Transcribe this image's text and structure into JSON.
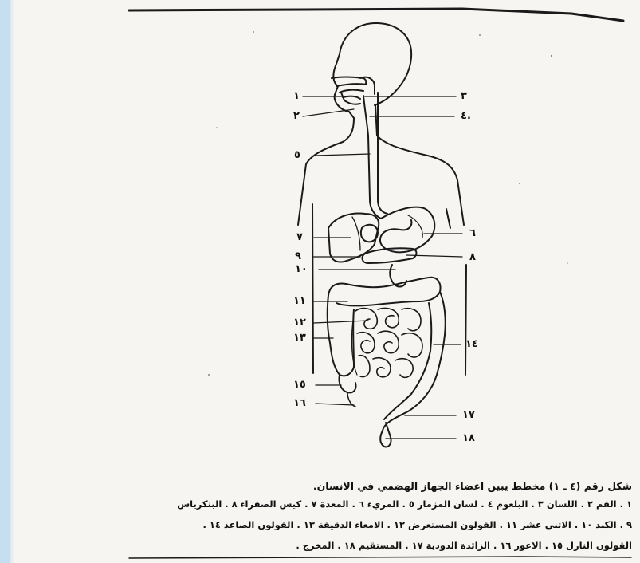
{
  "figure": {
    "labels": {
      "n1": "١",
      "n2": "٢",
      "n3": "٣",
      "n4": "٤.",
      "n5": "٥",
      "n6": "٦",
      "n7": "٧",
      "n8": "٨",
      "n9": "٩",
      "n10": "١٠",
      "n11": "١١",
      "n12": "١٢",
      "n13": "١٣",
      "n14": "١٤",
      "n15": "١٥",
      "n16": "١٦",
      "n17": "١٧",
      "n18": "١٨"
    },
    "caption": {
      "title": "شكل رقم (٤ ـ ١) مخطط يبين اعضاء الجهاز الهضمي في الانسان.",
      "line1": "١ . الفم ٢ . اللسان ٣ . البلعوم ٤ . لسان المزمار ٥ . المريء ٦ . المعدة ٧ . كيس الصفراء ٨ . البنكرياس",
      "line2": "٩ . الكبد ١٠ . الاثنى عشر ١١ . القولون المستعرض ١٢ . الامعاء الدقيقة ١٣ . القولون الصاعد ١٤ .",
      "line3": "القولون النازل ١٥ . الاعور ١٦ . الزائدة الدودية ١٧ . المستقيم ١٨ . المخرج ."
    }
  }
}
